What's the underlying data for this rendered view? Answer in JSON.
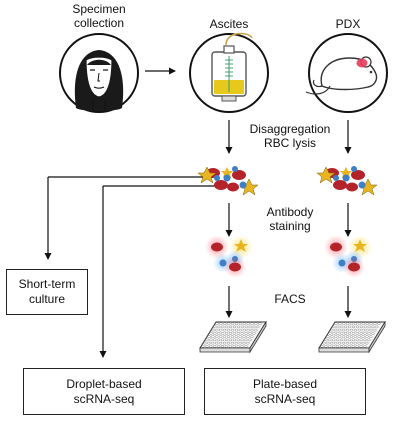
{
  "labels": {
    "specimen_line1": "Specimen",
    "specimen_line2": "collection",
    "ascites": "Ascites",
    "pdx": "PDX",
    "disaggregation": "Disaggregation",
    "rbc_lysis": "RBC lysis",
    "antibody": "Antibody",
    "staining": "staining",
    "facs": "FACS"
  },
  "boxes": {
    "short_term_line1": "Short-term",
    "short_term_line2": "culture",
    "droplet_line1": "Droplet-based",
    "droplet_line2": "scRNA-seq",
    "plate_line1": "Plate-based",
    "plate_line2": "scRNA-seq"
  },
  "icons": {
    "person": "woman-face-icon",
    "ascites": "ascites-drainage-bag-icon",
    "pdx": "mouse-icon",
    "cells": "cell-mixture-icon",
    "stained_cells": "stained-cells-icon",
    "plate": "multiwell-plate-icon"
  },
  "colors": {
    "red_cell": "#b5232a",
    "yellow_cell": "#e8b51e",
    "blue_cell": "#3f7fc6",
    "fluid": "#e6c91a",
    "tumor": "#e83b5a"
  }
}
